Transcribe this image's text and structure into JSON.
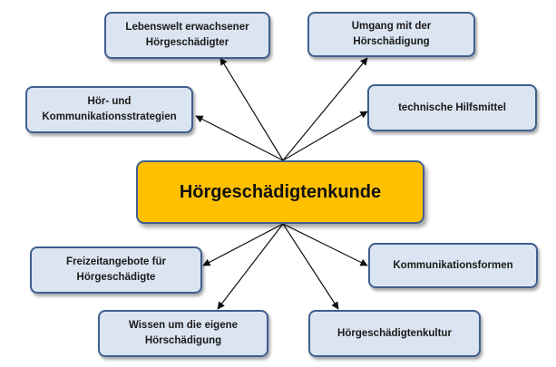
{
  "center": {
    "label": "Hörgeschädigtenkunde"
  },
  "topics": {
    "lebenswelt": "Lebenswelt erwachsener\nHörgeschädigter",
    "umgang": "Umgang mit der\nHörschädigung",
    "strategien": "Hör- und\nKommunikationsstrategien",
    "hilfsmittel": "technische Hilfsmittel",
    "freizeit": "Freizeitangebote für\nHörgeschädigte",
    "kommunikationsformen": "Kommunikationsformen",
    "wissen": "Wissen um die eigene\nHörschädigung",
    "kultur": "Hörgeschädigtenkultur"
  },
  "colors": {
    "center_fill": "#ffc000",
    "box_fill": "#dbe4f1",
    "border": "#3f5f8f",
    "arrow": "#111111"
  }
}
